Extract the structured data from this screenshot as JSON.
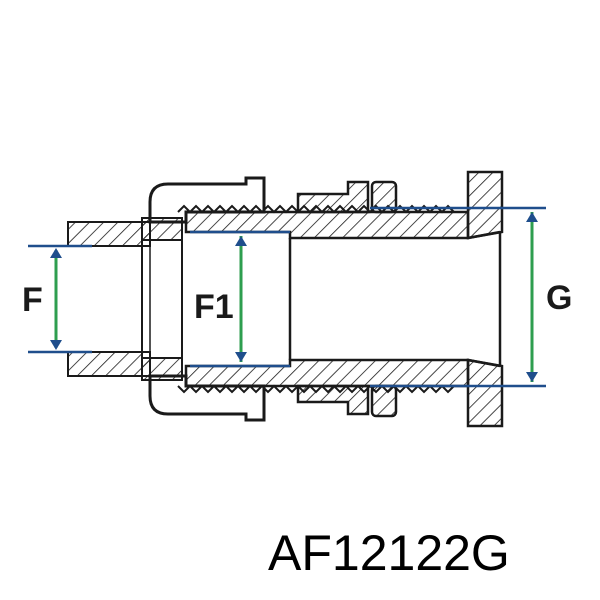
{
  "labels": {
    "f": "F",
    "f1": "F1",
    "g": "G",
    "part_number": "AF12122G"
  },
  "colors": {
    "outline": "#1a1a1a",
    "dimension_line": "#1f4e8c",
    "dimension_arrow": "#2e9e4f"
  }
}
